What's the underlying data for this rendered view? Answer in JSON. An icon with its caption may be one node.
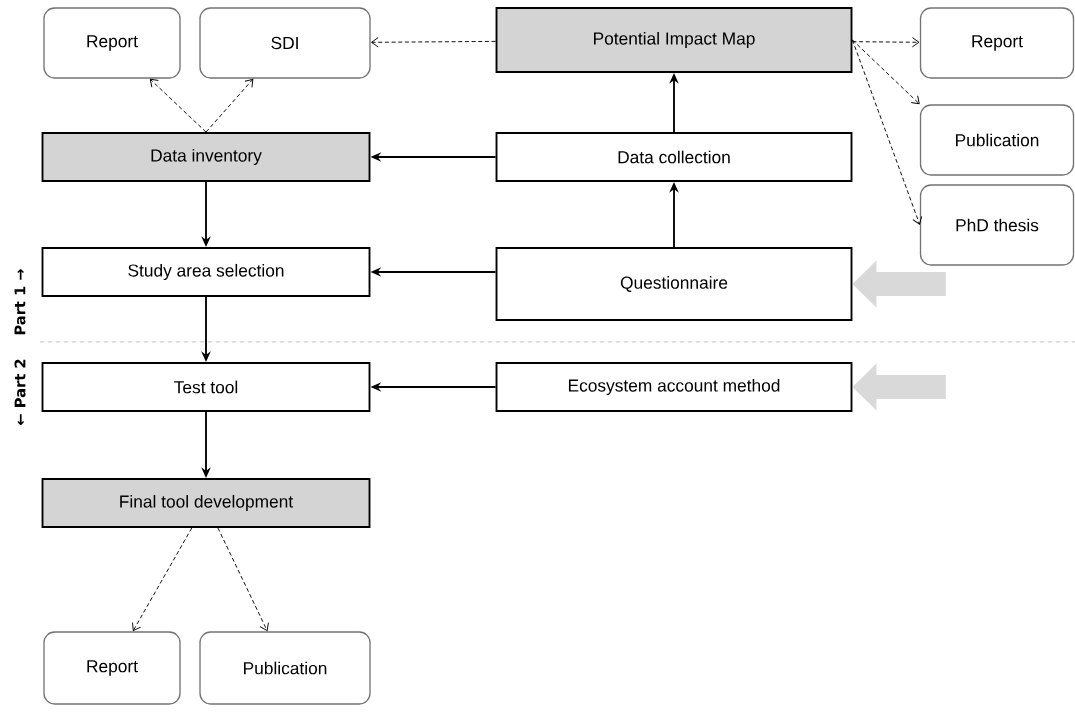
{
  "diagram": {
    "nodes": [
      {
        "text": [
          "Report"
        ]
      },
      {
        "text": [
          "SDI"
        ]
      },
      {
        "text": [
          "Potential Impact Map"
        ]
      },
      {
        "text": [
          "Report"
        ]
      },
      {
        "text": [
          "Data inventory"
        ]
      },
      {
        "text": [
          "Data collection"
        ]
      },
      {
        "text": [
          "Publication"
        ]
      },
      {
        "text": [
          "PhD thesis"
        ]
      },
      {
        "text": [
          "Study area selection"
        ]
      },
      {
        "text": [
          "Questionnaire"
        ]
      },
      {
        "text": [
          "Test tool"
        ]
      },
      {
        "text": [
          "Ecosystem account method"
        ]
      },
      {
        "text": [
          "Final tool development"
        ]
      },
      {
        "text": [
          "Report"
        ]
      },
      {
        "text": [
          "Publication"
        ]
      }
    ],
    "edges": [
      {
        "from": 2,
        "to": 1,
        "arrow": "to",
        "style": "dashed"
      },
      {
        "from": 2,
        "to": 3,
        "arrow": "to",
        "style": "dashed"
      },
      {
        "from": 2,
        "to": 6,
        "arrow": "to",
        "style": "dashed"
      },
      {
        "from": 2,
        "to": 7,
        "arrow": "to",
        "style": "dashed"
      },
      {
        "from": 4,
        "to": 0,
        "arrow": "to",
        "style": "dashed"
      },
      {
        "from": 4,
        "to": 1,
        "arrow": "to",
        "style": "dashed"
      },
      {
        "from": 5,
        "to": 2,
        "arrow": "to"
      },
      {
        "from": 5,
        "to": 4,
        "arrow": "to"
      },
      {
        "from": 9,
        "to": 5,
        "arrow": "to"
      },
      {
        "from": 4,
        "to": 8,
        "arrow": "to"
      },
      {
        "from": 9,
        "to": 8,
        "arrow": "to"
      },
      {
        "from": null,
        "to": 9,
        "arrow": "to",
        "style": "thick",
        "color": "#d9d9d9"
      },
      {
        "from": 8,
        "to": 10,
        "arrow": "to"
      },
      {
        "from": 11,
        "to": 10,
        "arrow": "to"
      },
      {
        "from": null,
        "to": 11,
        "arrow": "to",
        "style": "thick",
        "color": "#d9d9d9"
      },
      {
        "from": 10,
        "to": 12,
        "arrow": "to"
      },
      {
        "from": 12,
        "to": 13,
        "arrow": "to",
        "style": "dashed"
      },
      {
        "from": 12,
        "to": 14,
        "arrow": "to",
        "style": "dashed"
      }
    ],
    "labels": [
      "Part 1 →",
      "← Part 2"
    ]
  }
}
